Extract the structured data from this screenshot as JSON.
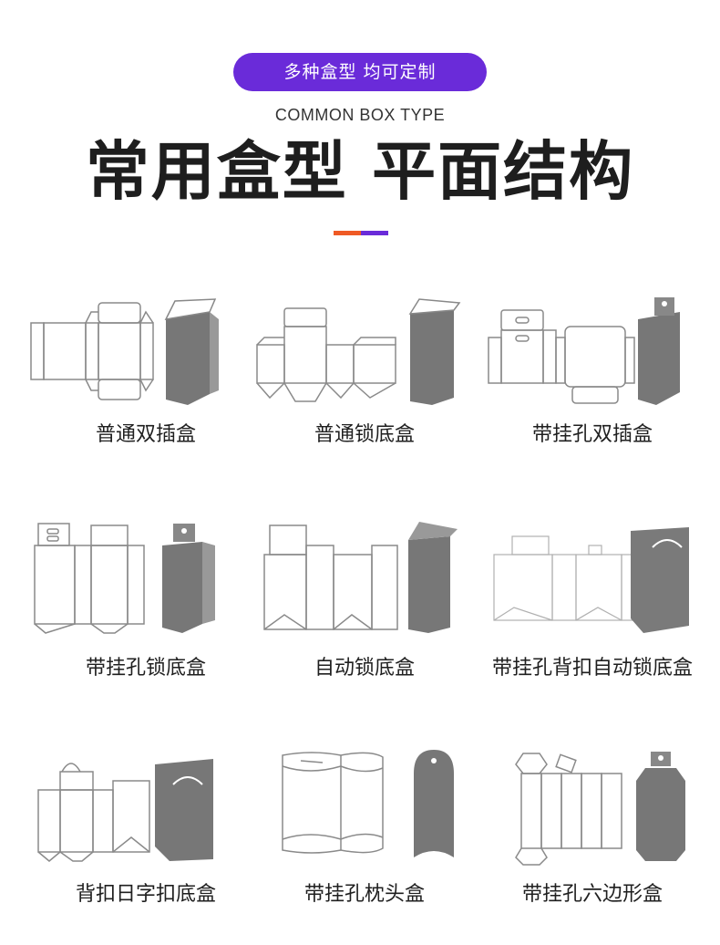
{
  "header": {
    "badge": "多种盒型 均可定制",
    "subtitle": "COMMON BOX TYPE",
    "title": "常用盒型 平面结构"
  },
  "colors": {
    "brand_purple": "#6a2bd9",
    "accent_orange": "#ef5a25",
    "box_gray": "#777777"
  },
  "boxes": [
    {
      "label": "普通双插盒",
      "icon": "tuck-end-box-icon"
    },
    {
      "label": "普通锁底盒",
      "icon": "lock-bottom-box-icon"
    },
    {
      "label": "带挂孔双插盒",
      "icon": "hanger-tuck-end-box-icon"
    },
    {
      "label": "带挂孔锁底盒",
      "icon": "hanger-lock-bottom-box-icon"
    },
    {
      "label": "自动锁底盒",
      "icon": "auto-lock-bottom-box-icon"
    },
    {
      "label": "带挂孔背扣自动锁底盒",
      "icon": "hanger-back-buckle-auto-lock-box-icon"
    },
    {
      "label": "背扣日字扣底盒",
      "icon": "back-buckle-snap-bottom-box-icon"
    },
    {
      "label": "带挂孔枕头盒",
      "icon": "hanger-pillow-box-icon"
    },
    {
      "label": "带挂孔六边形盒",
      "icon": "hanger-hexagon-box-icon"
    }
  ]
}
